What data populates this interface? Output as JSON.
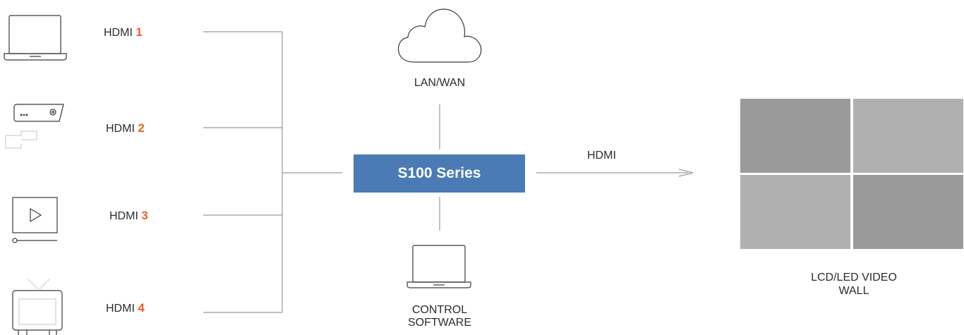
{
  "sources": [
    {
      "label": "HDMI",
      "number": "1",
      "icon": "laptop-icon"
    },
    {
      "label": "HDMI",
      "number": "2",
      "icon": "projector-icon"
    },
    {
      "label": "HDMI",
      "number": "3",
      "icon": "media-player-icon"
    },
    {
      "label": "HDMI",
      "number": "4",
      "icon": "tv-icon"
    }
  ],
  "hub": {
    "label": "S100 Series"
  },
  "network": {
    "label": "LAN/WAN",
    "icon": "cloud-icon"
  },
  "control": {
    "label_line1": "CONTROL",
    "label_line2": "SOFTWARE",
    "icon": "laptop-icon"
  },
  "output": {
    "label": "HDMI"
  },
  "display": {
    "label_line1": "LCD/LED VIDEO",
    "label_line2": "WALL"
  },
  "colors": {
    "accent": "#e8632a",
    "hub": "#4a7bb5",
    "line": "#9a9a9a",
    "icon_stroke": "#3a3a3a",
    "icon_faint": "#d8d8d8",
    "wall_tiles": [
      "#9a9a9a",
      "#b0b0b0",
      "#b0b0b0",
      "#9a9a9a"
    ]
  }
}
